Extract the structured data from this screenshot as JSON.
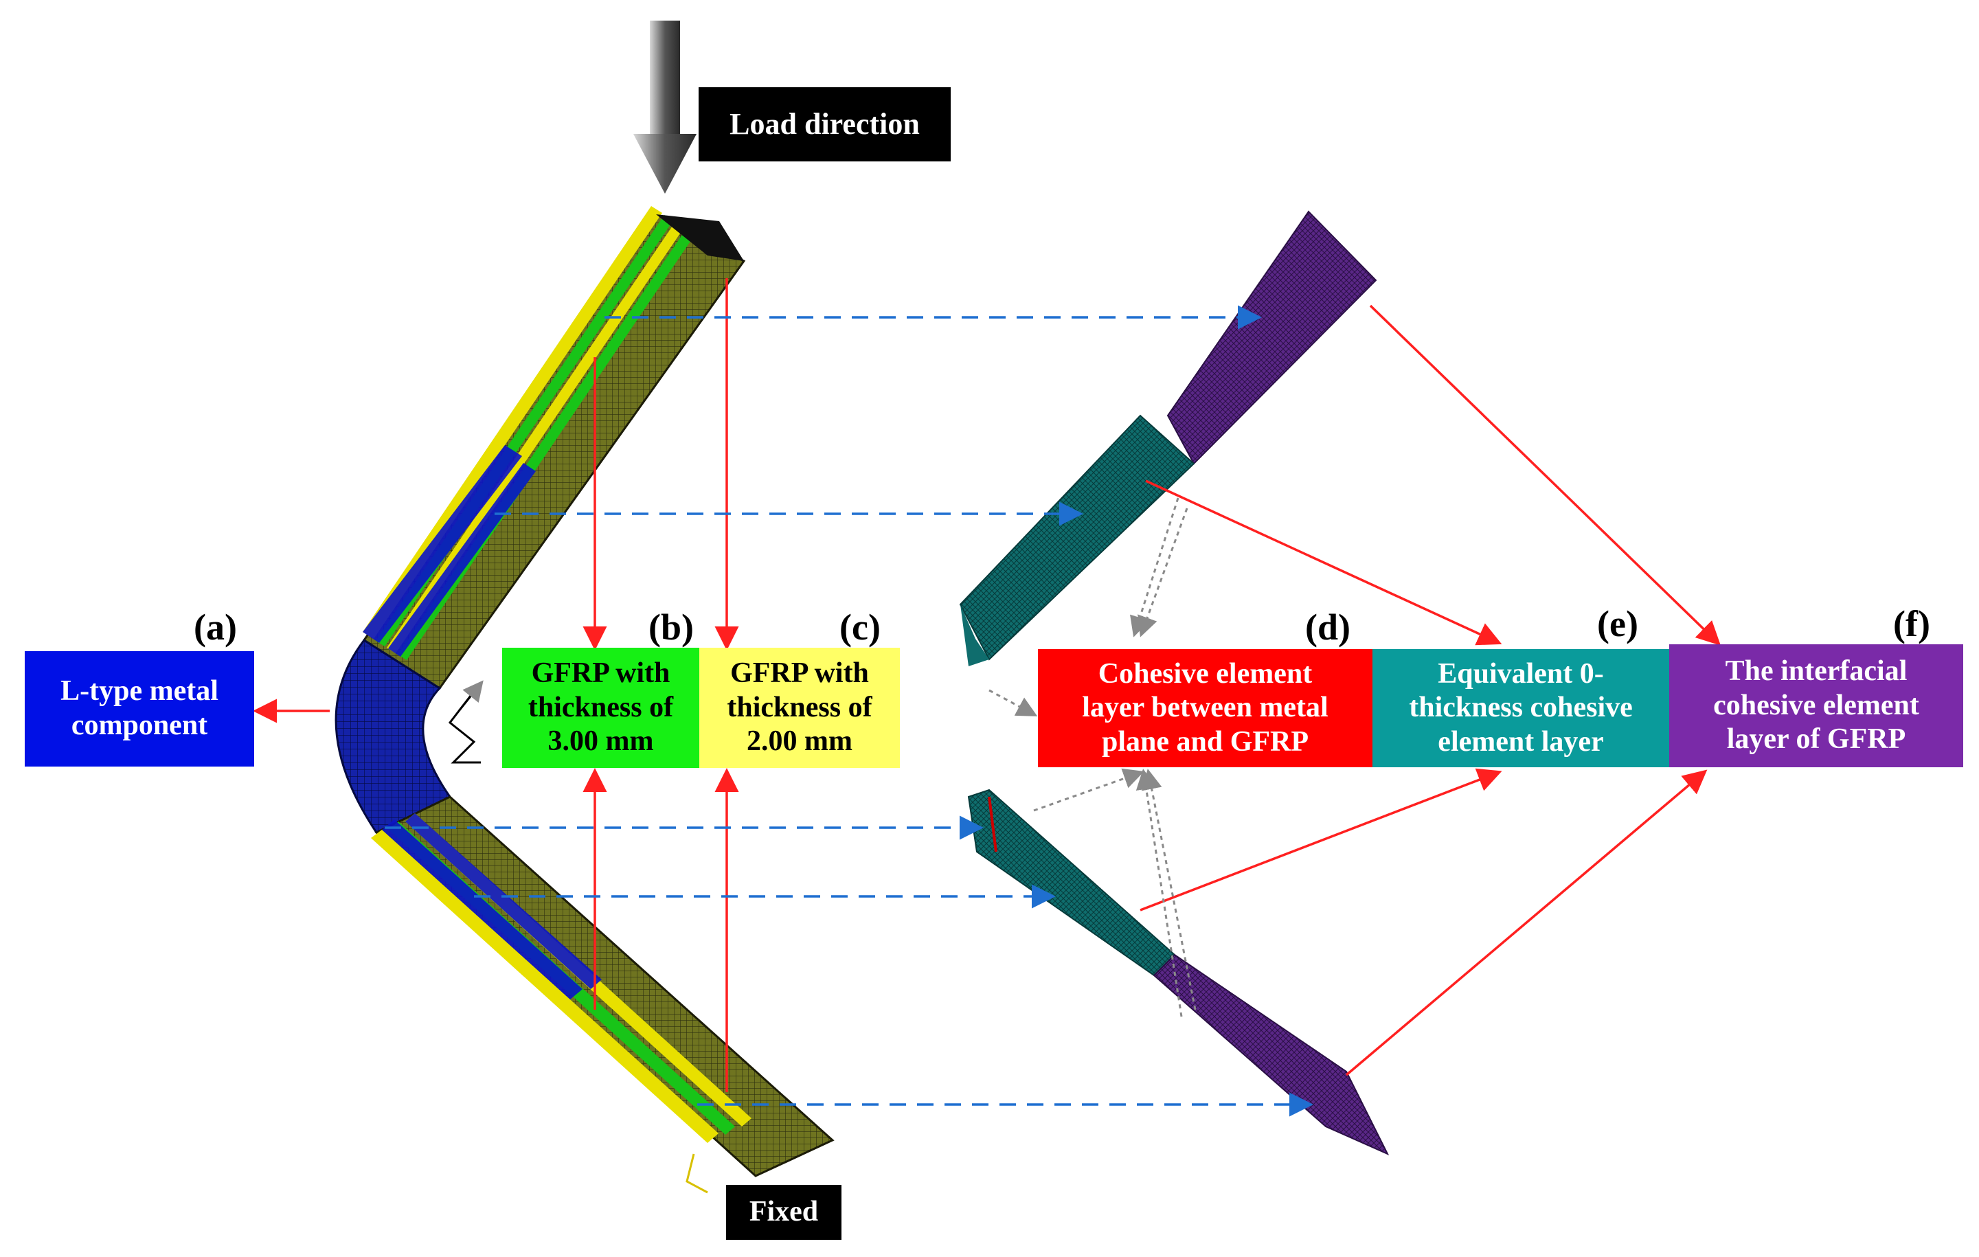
{
  "labels": {
    "load_direction": "Load direction",
    "fixed": "Fixed"
  },
  "tags": {
    "a": "(a)",
    "b": "(b)",
    "c": "(c)",
    "d": "(d)",
    "e": "(e)",
    "f": "(f)"
  },
  "boxes": {
    "a": [
      "L-type metal",
      "component"
    ],
    "b": [
      "GFRP with",
      "thickness of",
      "3.00 mm"
    ],
    "c": [
      "GFRP with",
      "thickness of",
      "2.00 mm"
    ],
    "d": [
      "Cohesive element",
      "layer between metal",
      "plane and GFRP"
    ],
    "e": [
      "Equivalent 0-",
      "thickness cohesive",
      "element layer"
    ],
    "f": [
      "The interfacial",
      "cohesive element",
      "layer of GFRP"
    ]
  },
  "colors": {
    "metal": "#0010e6",
    "gfrp_3mm": "#16f014",
    "gfrp_2mm": "#ffff66",
    "cohesive_metal_gfrp": "#ff0000",
    "cohesive_zero_thickness": "#0a9b9b",
    "cohesive_interfacial": "#7a2aa8",
    "mesh_olive": "#6f7420",
    "mesh_teal": "#0f6d6d",
    "mesh_purple": "#5a2787",
    "arrow_red": "#ff2020",
    "arrow_blue_dashed": "#1f6fd0",
    "arrow_gray_dotted": "#8a8a8a"
  }
}
